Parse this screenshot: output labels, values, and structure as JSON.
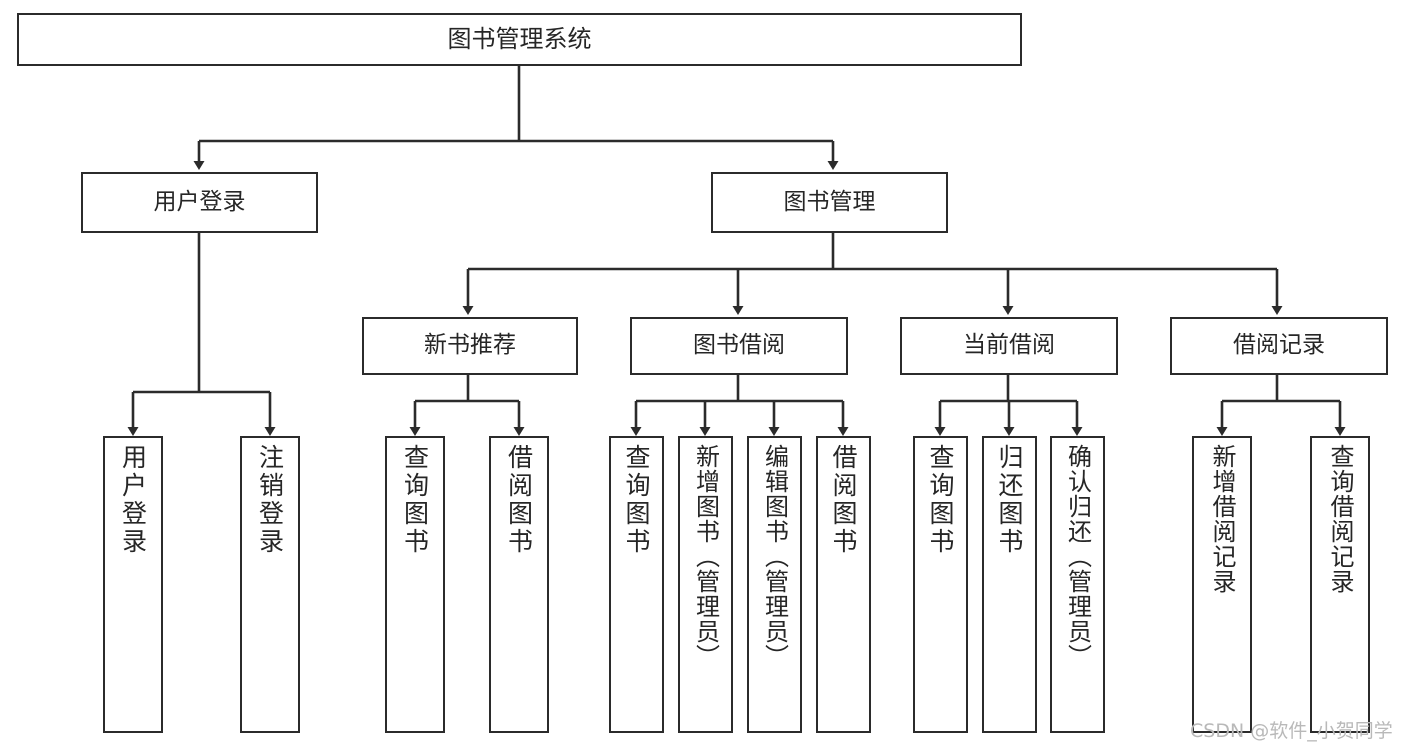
{
  "diagram": {
    "title": "图书管理系统",
    "type": "tree-hierarchy",
    "watermark": "CSDN @软件_小贺同学",
    "colors": {
      "box_border": "#2b2b2b",
      "box_fill": "#ffffff",
      "edge": "#2b2b2b",
      "text": "#262626",
      "watermark": "#b9b9b9",
      "background": "#ffffff"
    },
    "nodes": {
      "root": {
        "label": "图书管理系统"
      },
      "level2": [
        {
          "id": "user-login",
          "label": "用户登录"
        },
        {
          "id": "book-manage",
          "label": "图书管理"
        }
      ],
      "level3": [
        {
          "id": "new-book-recommend",
          "label": "新书推荐"
        },
        {
          "id": "book-borrow",
          "label": "图书借阅"
        },
        {
          "id": "current-borrow",
          "label": "当前借阅"
        },
        {
          "id": "borrow-record",
          "label": "借阅记录"
        }
      ],
      "leaves": {
        "user-login": [
          {
            "id": "leaf-user-login",
            "label": "用户登录"
          },
          {
            "id": "leaf-logout-login",
            "label": "注销登录"
          }
        ],
        "new-book-recommend": [
          {
            "id": "leaf-query-book-1",
            "label": "查询图书"
          },
          {
            "id": "leaf-borrow-book-1",
            "label": "借阅图书"
          }
        ],
        "book-borrow": [
          {
            "id": "leaf-query-book-2",
            "label": "查询图书"
          },
          {
            "id": "leaf-add-book",
            "label": "新增图书（管理员）"
          },
          {
            "id": "leaf-edit-book",
            "label": "编辑图书（管理员）"
          },
          {
            "id": "leaf-borrow-book-2",
            "label": "借阅图书"
          }
        ],
        "current-borrow": [
          {
            "id": "leaf-query-book-3",
            "label": "查询图书"
          },
          {
            "id": "leaf-return-book",
            "label": "归还图书"
          },
          {
            "id": "leaf-confirm-return",
            "label": "确认归还（管理员）"
          }
        ],
        "borrow-record": [
          {
            "id": "leaf-add-record",
            "label": "新增借阅记录"
          },
          {
            "id": "leaf-query-record",
            "label": "查询借阅记录"
          }
        ]
      }
    }
  }
}
